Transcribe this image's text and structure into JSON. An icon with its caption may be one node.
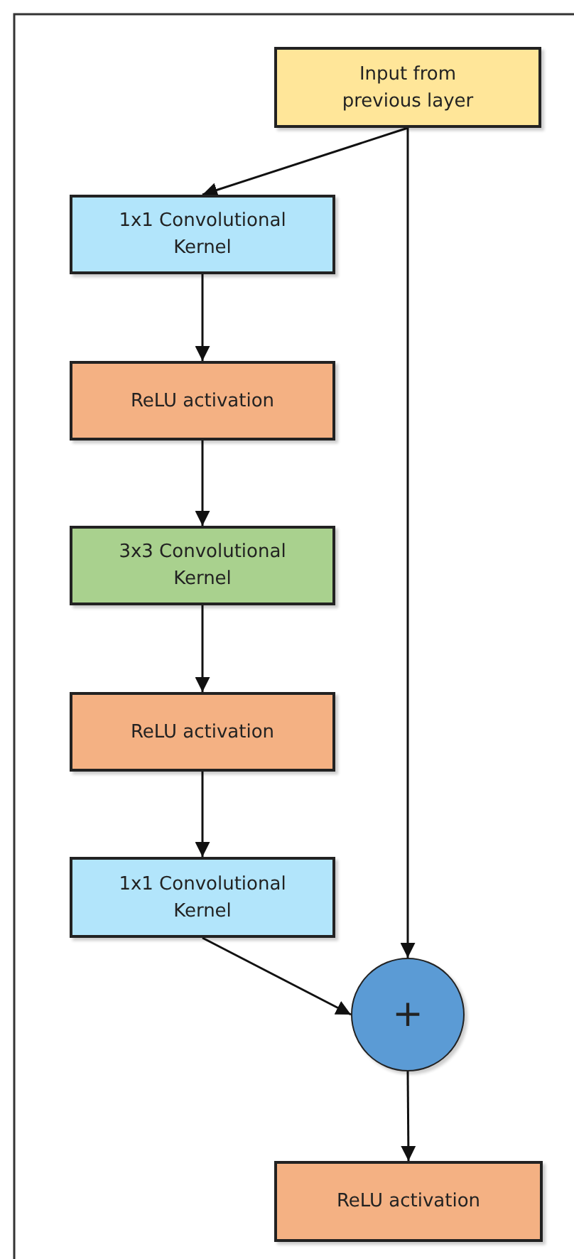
{
  "diagram": {
    "nodes": [
      {
        "text": [
          "Input from previous layer"
        ]
      },
      {
        "text": [
          "1x1 Convolutional Kernel"
        ]
      },
      {
        "text": [
          "ReLU activation"
        ]
      },
      {
        "text": [
          "3x3 Convolutional Kernel"
        ]
      },
      {
        "text": [
          "ReLU activation"
        ]
      },
      {
        "text": [
          "1x1 Convolutional Kernel"
        ]
      },
      {
        "text": [
          "+"
        ]
      },
      {
        "text": [
          "ReLU activation"
        ]
      }
    ],
    "edges": [
      {
        "from": 0,
        "to": 1,
        "arrow": "to"
      },
      {
        "from": 1,
        "to": 2,
        "arrow": "to"
      },
      {
        "from": 2,
        "to": 3,
        "arrow": "to"
      },
      {
        "from": 3,
        "to": 4,
        "arrow": "to"
      },
      {
        "from": 4,
        "to": 5,
        "arrow": "to"
      },
      {
        "from": 0,
        "to": 6,
        "arrow": "to"
      },
      {
        "from": 5,
        "to": 6,
        "arrow": "to"
      },
      {
        "from": 6,
        "to": 7,
        "arrow": "to"
      }
    ]
  }
}
